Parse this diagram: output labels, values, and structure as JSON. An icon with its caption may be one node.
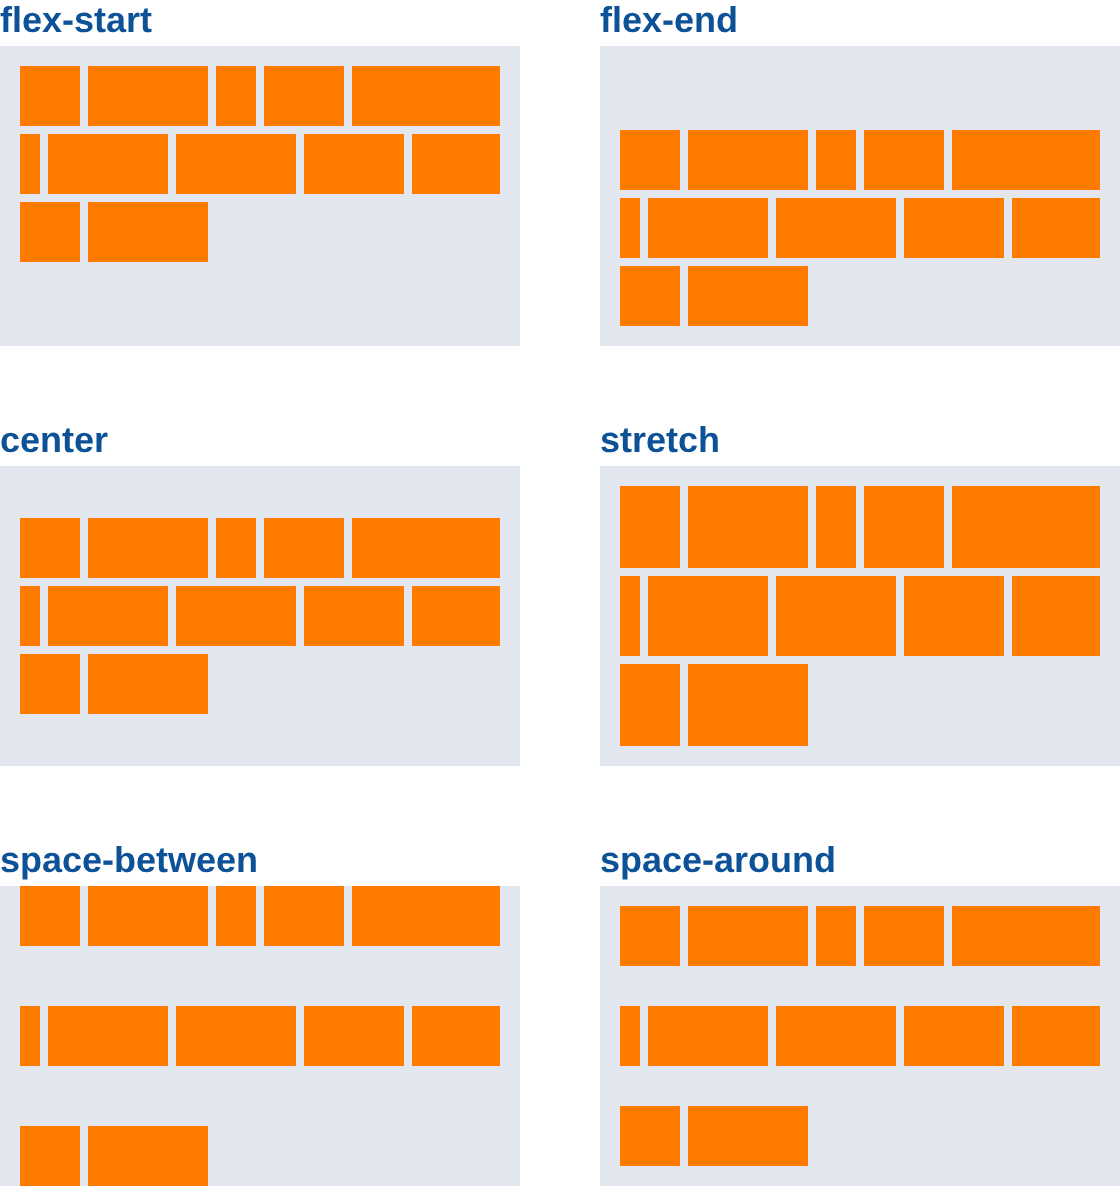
{
  "diagram": {
    "nodes": [
      {
        "text": [
          "flex-start"
        ]
      },
      {
        "text": [
          "flex-end"
        ]
      },
      {
        "text": [
          "center"
        ]
      },
      {
        "text": [
          "stretch"
        ]
      },
      {
        "text": [
          "space-between"
        ]
      },
      {
        "text": [
          "space-around"
        ]
      }
    ]
  }
}
